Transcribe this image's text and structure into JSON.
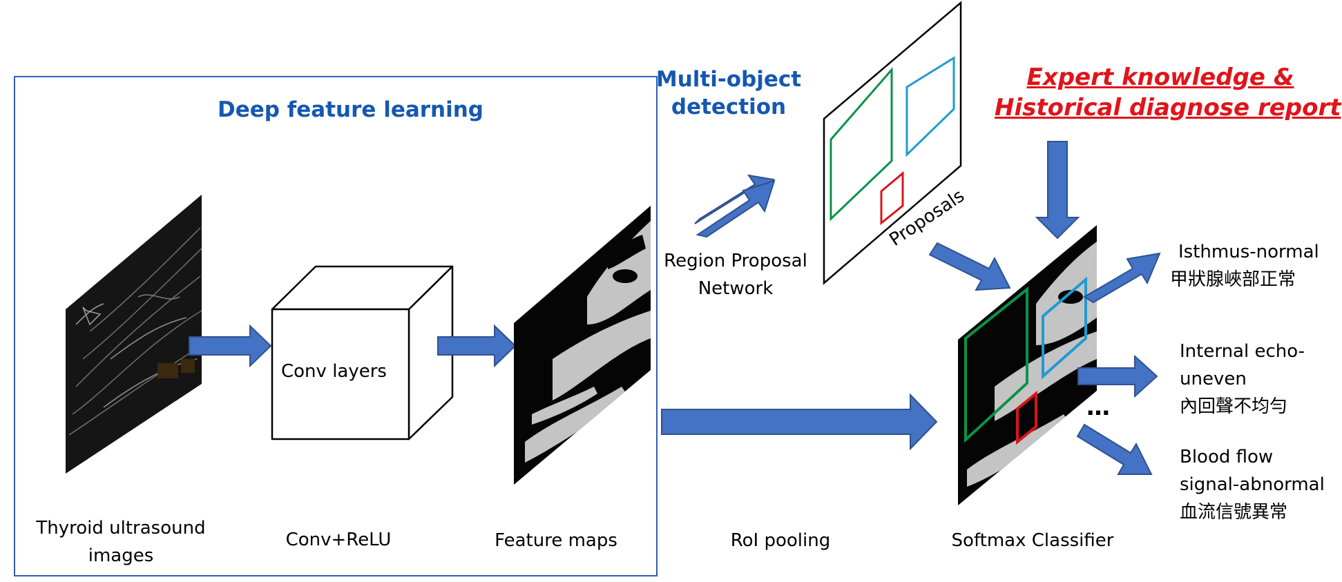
{
  "colors": {
    "arrow_fill": "#4472c4",
    "arrow_stroke": "#2f528f",
    "panel_border": "#2f5fb0",
    "heading_blue": "#1558b0",
    "expert_red": "#e0141a",
    "box_green": "#0a9348",
    "box_blue": "#1f9bd0",
    "box_red": "#d9151c"
  },
  "icons": {
    "ultrasound_image": "thyroid-ultrasound-image",
    "cube": "conv-layers-cube",
    "feature_map": "feature-map-image",
    "proposals": "proposals-panel",
    "classifier": "classifier-image"
  },
  "sections": {
    "deep_feature_title": "Deep feature learning",
    "multi_object_line1": "Multi-object",
    "multi_object_line2": "detection",
    "expert_line1": "Expert knowledge &",
    "expert_line2": "Historical diagnose report"
  },
  "stages": {
    "input_line1": "Thyroid ultrasound",
    "input_line2": "images",
    "conv_relu": "Conv+ReLU",
    "feature_maps": "Feature maps",
    "roi_pooling": "RoI pooling",
    "softmax": "Softmax Classifier",
    "cube_label": "Conv layers",
    "rpn_line1": "Region Proposal",
    "rpn_line2": "Network",
    "proposals": "Proposals"
  },
  "outputs": [
    {
      "lines": [
        "Isthmus-normal",
        "甲狀腺峽部正常"
      ]
    },
    {
      "lines": [
        "Internal echo-",
        "uneven",
        "內回聲不均勻"
      ]
    },
    {
      "lines": [
        "Blood flow",
        "signal-abnormal",
        "血流信號異常"
      ]
    }
  ],
  "ellipsis": "…"
}
